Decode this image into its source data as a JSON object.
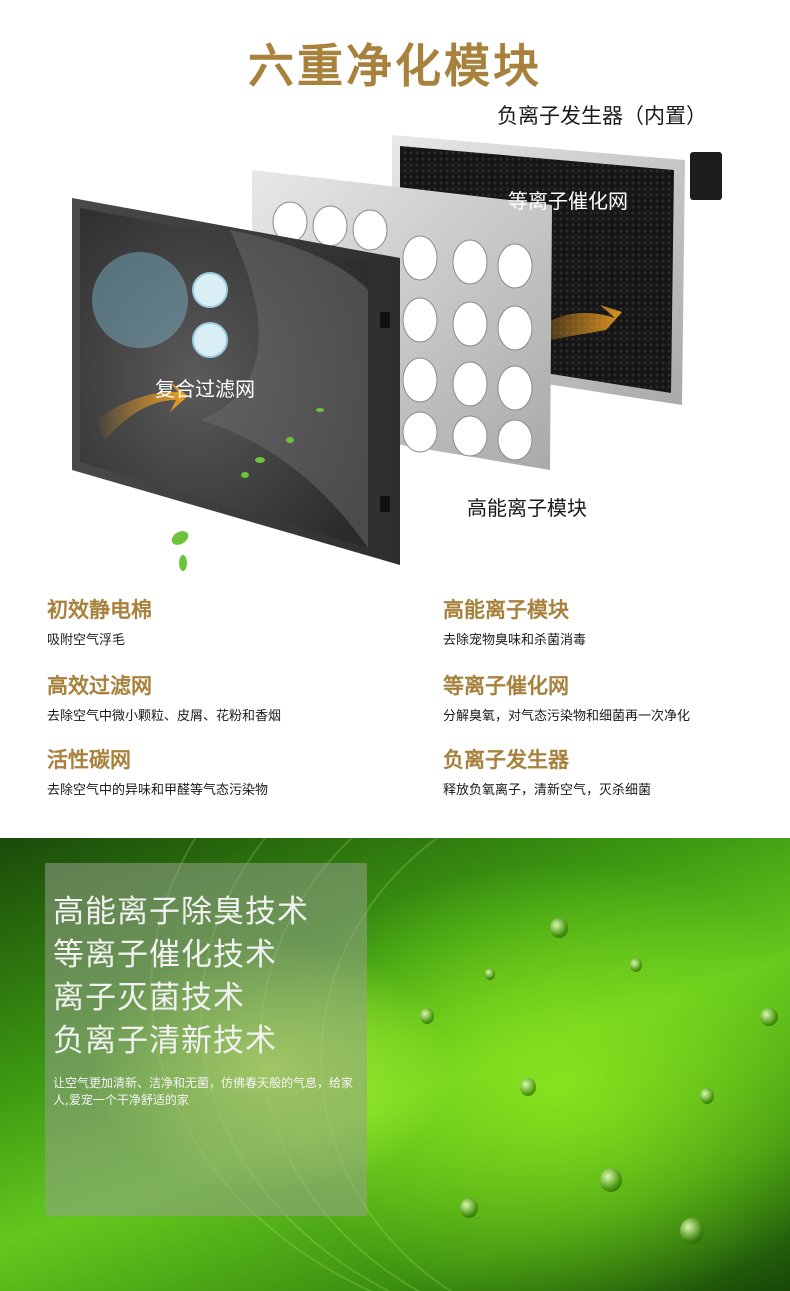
{
  "header": {
    "title": "六重净化模块",
    "title_color": "#a8813c"
  },
  "illustration": {
    "labels": {
      "negative_ion_generator": "负离子发生器（内置）",
      "plasma_catalytic_mesh": "等离子催化网",
      "composite_filter": "复合过滤网",
      "high_energy_ion_module": "高能离子模块"
    },
    "arrow_color": "#f0a020"
  },
  "features": {
    "heading_color": "#a8813c",
    "left": [
      {
        "title": "初效静电棉",
        "desc": "吸附空气浮毛"
      },
      {
        "title": "高效过滤网",
        "desc": "去除空气中微小颗粒、皮屑、花粉和香烟"
      },
      {
        "title": "活性碳网",
        "desc": "去除空气中的异味和甲醛等气态污染物"
      }
    ],
    "right": [
      {
        "title": "高能离子模块",
        "desc": "去除宠物臭味和杀菌消毒"
      },
      {
        "title": "等离子催化网",
        "desc": "分解臭氧，对气态污染物和细菌再一次净化"
      },
      {
        "title": "负离子发生器",
        "desc": "释放负氧离子，清新空气，灭杀细菌"
      }
    ]
  },
  "banner": {
    "technologies": [
      "高能离子除臭技术",
      "等离子催化技术",
      "离子灭菌技术",
      "负离子清新技术"
    ],
    "description": "让空气更加清新、洁净和无菌，仿佛春天般的气息，给家人,爱宠一个干净舒适的家"
  }
}
